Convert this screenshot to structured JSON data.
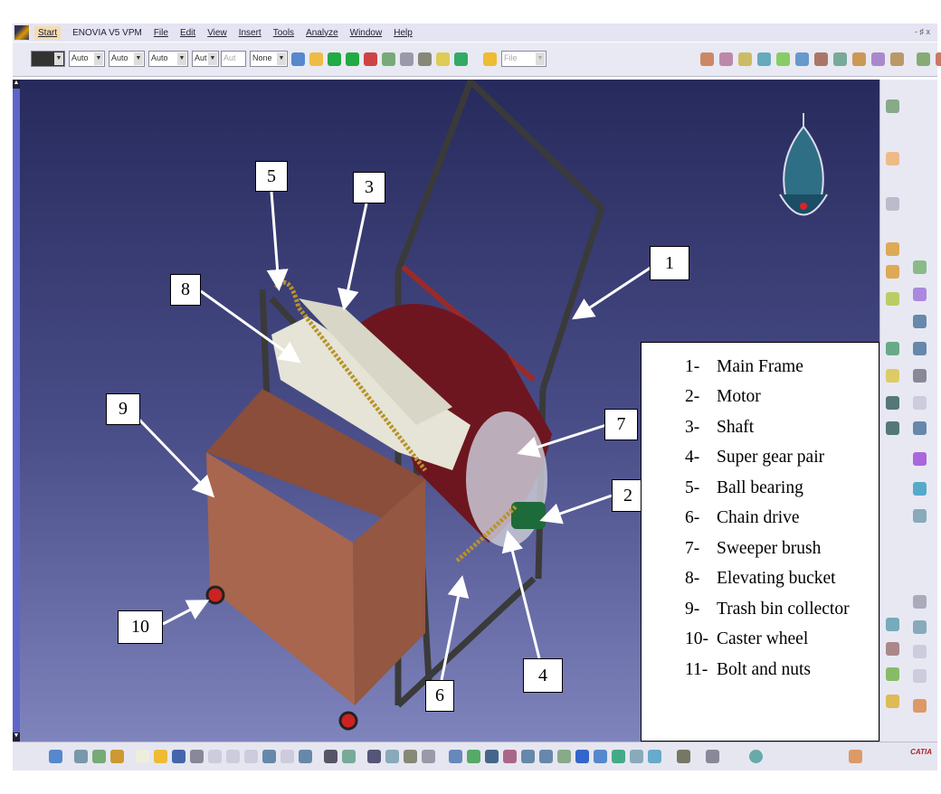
{
  "menu": {
    "items": [
      "Start",
      "ENOVIA V5 VPM",
      "File",
      "Edit",
      "View",
      "Insert",
      "Tools",
      "Analyze",
      "Window",
      "Help"
    ],
    "window_controls": "- ♯ x"
  },
  "toolbar": {
    "combos": [
      "Auto",
      "Auto",
      "Auto",
      "Aut",
      "Aut",
      "None",
      "File"
    ]
  },
  "labels": [
    "1",
    "2",
    "3",
    "4",
    "5",
    "6",
    "7",
    "8",
    "9",
    "10"
  ],
  "legend": [
    {
      "num": "1-",
      "text": "Main Frame"
    },
    {
      "num": "2-",
      "text": "Motor"
    },
    {
      "num": "3-",
      "text": "Shaft"
    },
    {
      "num": "4-",
      "text": "Super gear pair"
    },
    {
      "num": "5-",
      "text": "Ball bearing"
    },
    {
      "num": "6-",
      "text": "Chain drive"
    },
    {
      "num": "7-",
      "text": "Sweeper brush"
    },
    {
      "num": "8-",
      "text": "Elevating bucket"
    },
    {
      "num": "9-",
      "text": "Trash bin collector"
    },
    {
      "num": "10-",
      "text": "Caster wheel"
    },
    {
      "num": "11-",
      "text": "Bolt and nuts"
    }
  ],
  "brand": "CATIA",
  "colors": {
    "viewport_top": "#272a5c",
    "viewport_bottom": "#7f84bd",
    "bin": "#a8664e",
    "brush": "#7a1a24",
    "frame": "#3a3a3a"
  }
}
